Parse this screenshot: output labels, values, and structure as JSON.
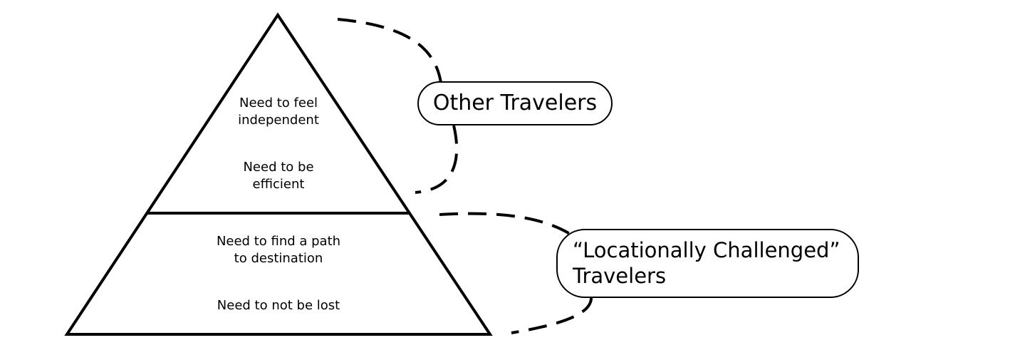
{
  "pyramid": {
    "top_section": [
      {
        "line1": "Need to feel",
        "line2": "independent"
      },
      {
        "line1": "Need to be",
        "line2": "efficient"
      }
    ],
    "bottom_section": [
      {
        "line1": "Need to find a path",
        "line2": "to destination"
      },
      {
        "line1": "Need to not be lost"
      }
    ]
  },
  "groups": {
    "other": {
      "label": "Other Travelers"
    },
    "locationally_challenged": {
      "line1": "“Locationally Challenged”",
      "line2": "Travelers"
    }
  }
}
